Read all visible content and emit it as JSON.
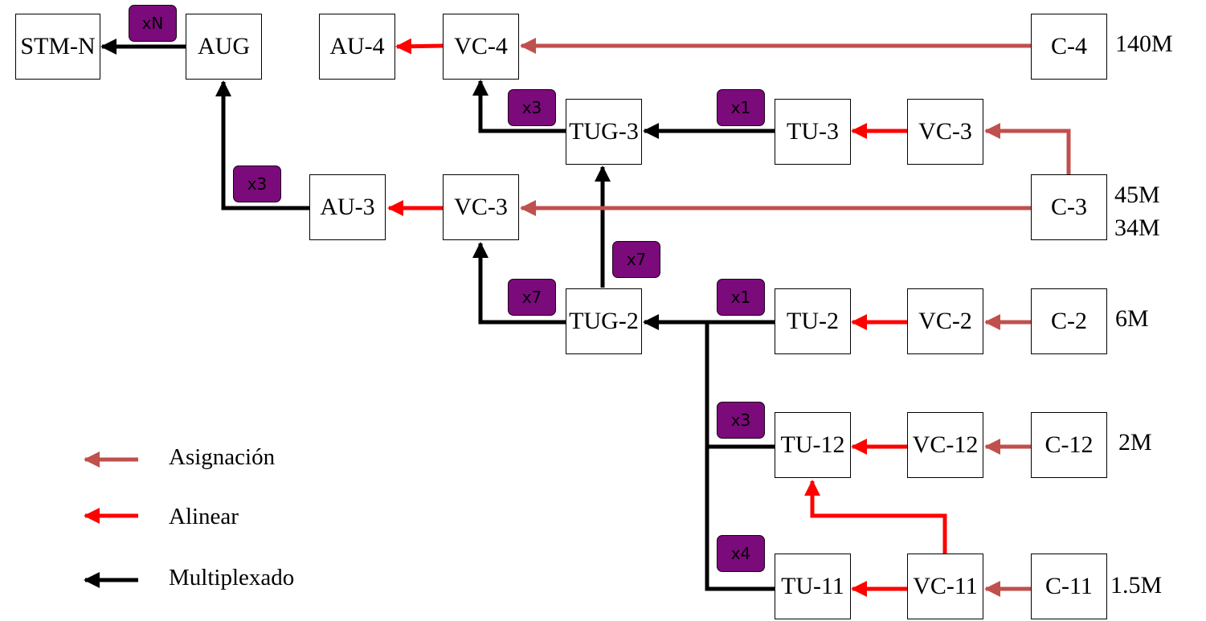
{
  "colors": {
    "asignacion": "#c0504d",
    "alinear": "#ff0000",
    "multiplexado": "#000000",
    "badge_fill": "#7b0a7b"
  },
  "boxes": {
    "stm_n": "STM-N",
    "aug": "AUG",
    "au4": "AU-4",
    "vc4": "VC-4",
    "c4": "C-4",
    "tug3": "TUG-3",
    "tu3": "TU-3",
    "vc3_top": "VC-3",
    "au3": "AU-3",
    "vc3_mid": "VC-3",
    "c3": "C-3",
    "tug2": "TUG-2",
    "tu2": "TU-2",
    "vc2": "VC-2",
    "c2": "C-2",
    "tu12": "TU-12",
    "vc12": "VC-12",
    "c12": "C-12",
    "tu11": "TU-11",
    "vc11": "VC-11",
    "c11": "C-11"
  },
  "badges": {
    "xn": "xN",
    "x3_tug3": "x3",
    "x1_tu3": "x1",
    "x3_au3": "x3",
    "x7_tug2_up": "x7",
    "x7_tug2_left": "x7",
    "x1_tu2": "x1",
    "x3_tu12": "x3",
    "x4_tu11": "x4"
  },
  "rates": {
    "r140": "140M",
    "r45": "45M",
    "r34": "34M",
    "r6": "6M",
    "r2": "2M",
    "r15": "1.5M"
  },
  "legend": {
    "asignacion": "Asignación",
    "alinear": "Alinear",
    "multiplexado": "Multiplexado"
  }
}
